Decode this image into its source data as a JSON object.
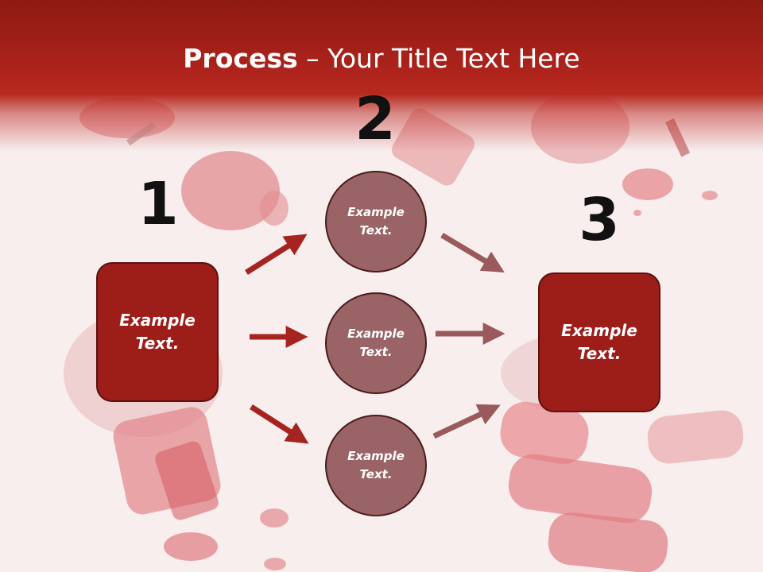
{
  "title": {
    "bold": "Process",
    "rest": " – Your Title Text Here"
  },
  "numbers": {
    "one": "1",
    "two": "2",
    "three": "3"
  },
  "boxes": {
    "left": "Example\nText.",
    "right": "Example\nText."
  },
  "circles": {
    "top": "Example\nText.",
    "middle": "Example\nText.",
    "bottom": "Example\nText."
  },
  "colors": {
    "header": "#a8221a",
    "box": "#9d1d19",
    "circle": "#9a6466",
    "arrow_dark": "#a52420",
    "arrow_muted": "#9a5a5c"
  }
}
